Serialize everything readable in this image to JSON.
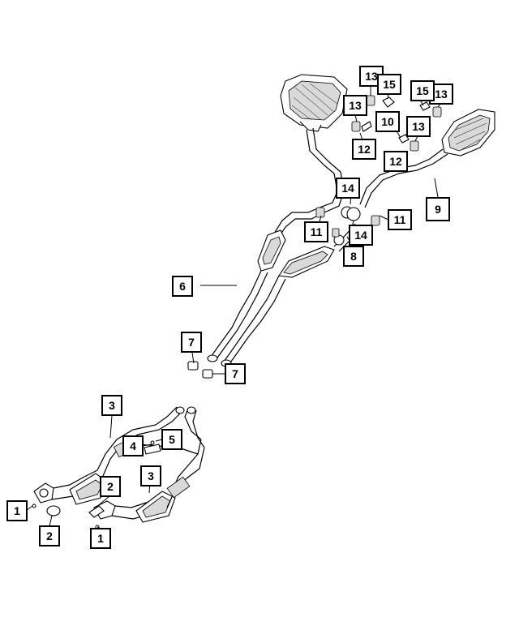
{
  "callouts": [
    {
      "id": "c1a",
      "label": "1"
    },
    {
      "id": "c1b",
      "label": "1"
    },
    {
      "id": "c2a",
      "label": "2"
    },
    {
      "id": "c2b",
      "label": "2"
    },
    {
      "id": "c3a",
      "label": "3"
    },
    {
      "id": "c3b",
      "label": "3"
    },
    {
      "id": "c4",
      "label": "4"
    },
    {
      "id": "c5",
      "label": "5"
    },
    {
      "id": "c6",
      "label": "6"
    },
    {
      "id": "c7a",
      "label": "7"
    },
    {
      "id": "c7b",
      "label": "7"
    },
    {
      "id": "c8",
      "label": "8"
    },
    {
      "id": "c9",
      "label": "9"
    },
    {
      "id": "c10",
      "label": "10"
    },
    {
      "id": "c11a",
      "label": "11"
    },
    {
      "id": "c11b",
      "label": "11"
    },
    {
      "id": "c12a",
      "label": "12"
    },
    {
      "id": "c12b",
      "label": "12"
    },
    {
      "id": "c13a",
      "label": "13"
    },
    {
      "id": "c13b",
      "label": "13"
    },
    {
      "id": "c13c",
      "label": "13"
    },
    {
      "id": "c13d",
      "label": "13"
    },
    {
      "id": "c14a",
      "label": "14"
    },
    {
      "id": "c14b",
      "label": "14"
    },
    {
      "id": "c15a",
      "label": "15"
    },
    {
      "id": "c15b",
      "label": "15"
    }
  ]
}
